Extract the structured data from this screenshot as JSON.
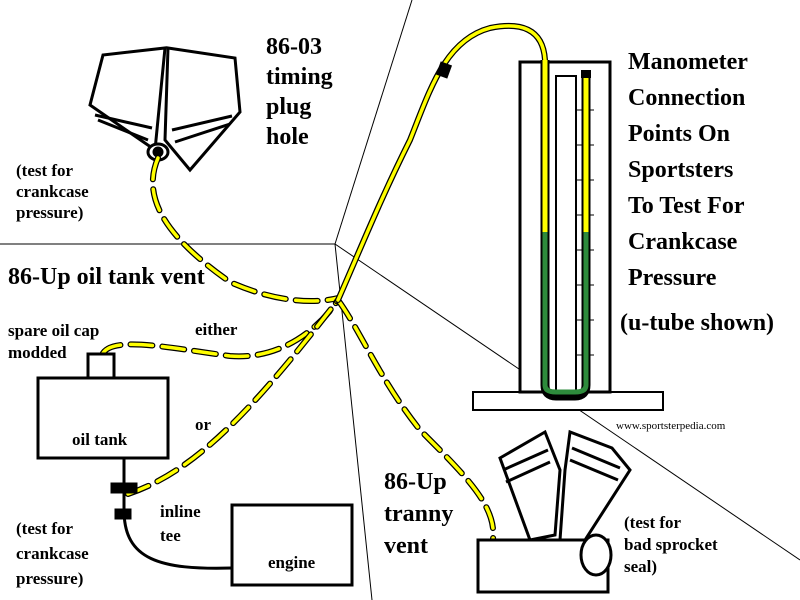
{
  "labels": {
    "timing_plug": [
      "86-03",
      "timing",
      "plug",
      "hole"
    ],
    "test_crankcase_top": [
      "(test for",
      "crankcase",
      "pressure)"
    ],
    "oil_tank_vent": "86-Up oil tank vent",
    "spare_oil_cap": [
      "spare oil cap",
      "modded"
    ],
    "either": "either",
    "or": "or",
    "oil_tank": "oil tank",
    "inline_tee": [
      "inline",
      "tee"
    ],
    "test_crankcase_bottom": [
      "(test for",
      "crankcase",
      "pressure)"
    ],
    "engine": "engine",
    "tranny_vent": [
      "86-Up",
      "tranny",
      "vent"
    ],
    "test_sprocket": [
      "(test for",
      "bad sprocket",
      "seal)"
    ],
    "title": [
      "Manometer",
      "Connection",
      "Points On",
      "Sportsters",
      "To Test For",
      "Crankcase",
      "Pressure"
    ],
    "utube_shown": "(u-tube shown)",
    "website": "www.sportsterpedia.com"
  },
  "colors": {
    "hose_yellow": "#ffff00",
    "hose_outline": "#000000",
    "fluid_green": "#2e8b3c",
    "line_black": "#000000"
  }
}
